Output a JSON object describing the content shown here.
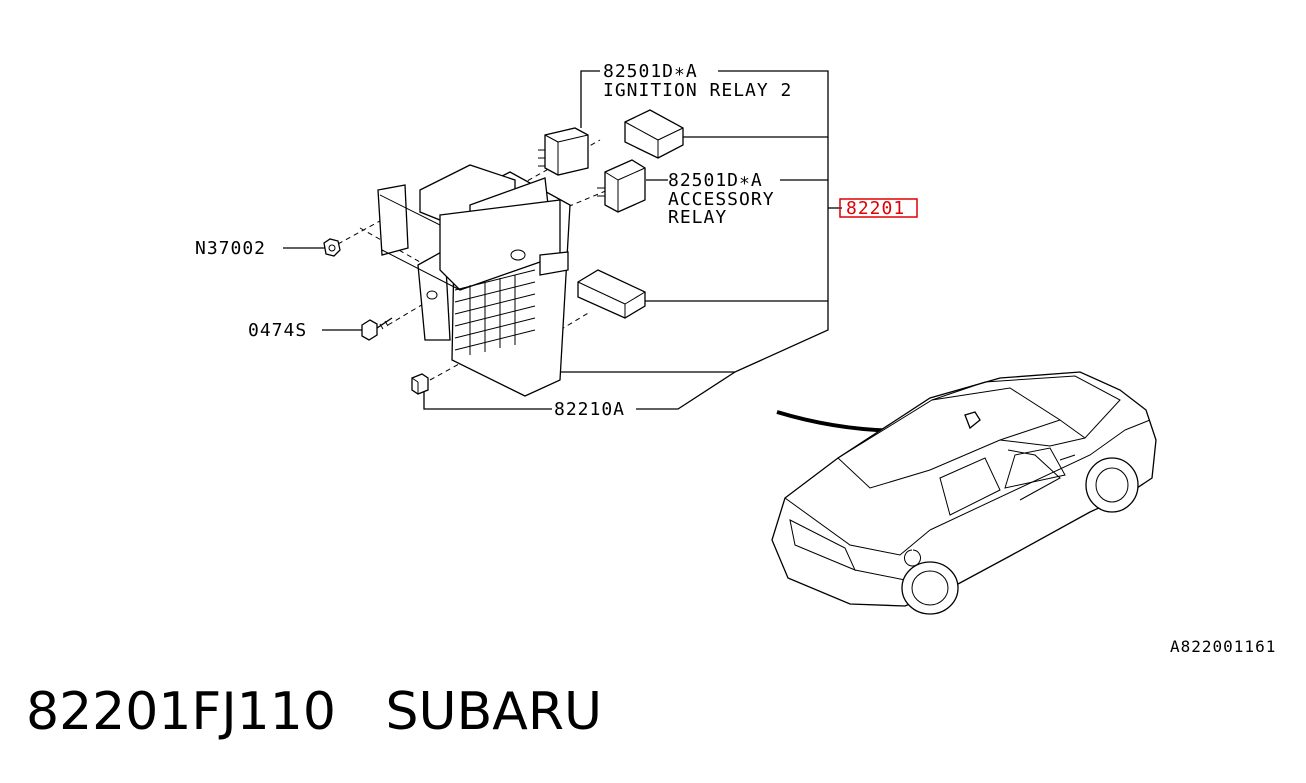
{
  "labels": {
    "relay2_part": "82501D∗A",
    "relay2_name": "IGNITION RELAY 2",
    "acc_part": "82501D∗A",
    "acc_name1": "ACCESSORY",
    "acc_name2": "RELAY",
    "main_part": "82201",
    "nut": "N37002",
    "bolt": "0474S",
    "bracket": "82210A",
    "figure_id": "A822001161"
  },
  "caption": {
    "part_number": "82201FJ110",
    "brand": "SUBARU"
  },
  "colors": {
    "highlight": "#e00000",
    "line": "#000000"
  }
}
